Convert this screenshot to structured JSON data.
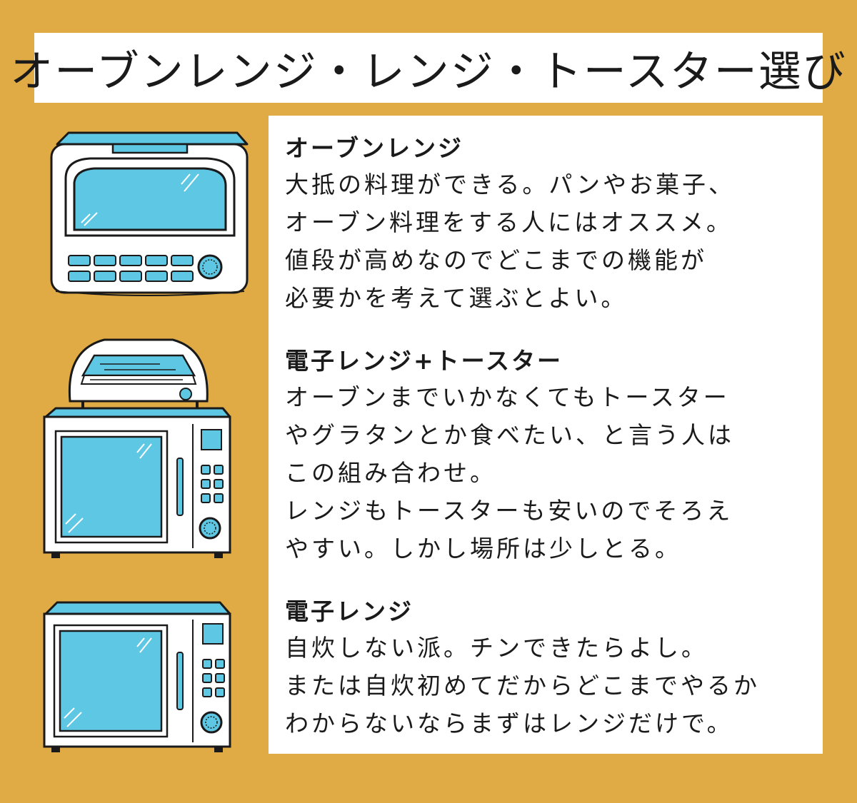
{
  "title": "オーブンレンジ・レンジ・トースター選び",
  "colors": {
    "background": "#e0aa45",
    "panel": "#ffffff",
    "appliance_accent": "#5ec7e4",
    "outline": "#1a1a1a"
  },
  "illustrations": [
    "oven-range-illustration",
    "microwave-with-toaster-illustration",
    "microwave-illustration"
  ],
  "sections": [
    {
      "heading": "オーブンレンジ",
      "lines": [
        "大抵の料理ができる。パンやお菓子、",
        "オーブン料理をする人にはオススメ。",
        "値段が高めなのでどこまでの機能が",
        "必要かを考えて選ぶとよい。"
      ]
    },
    {
      "heading": "電子レンジ+トースター",
      "lines": [
        "オーブンまでいかなくてもトースター",
        "やグラタンとか食べたい、と言う人は",
        "この組み合わせ。",
        "レンジもトースターも安いのでそろえ",
        "やすい。しかし場所は少しとる。"
      ]
    },
    {
      "heading": "電子レンジ",
      "lines": [
        "自炊しない派。チンできたらよし。",
        "または自炊初めてだからどこまでやるか",
        "わからないならまずはレンジだけで。"
      ]
    }
  ]
}
